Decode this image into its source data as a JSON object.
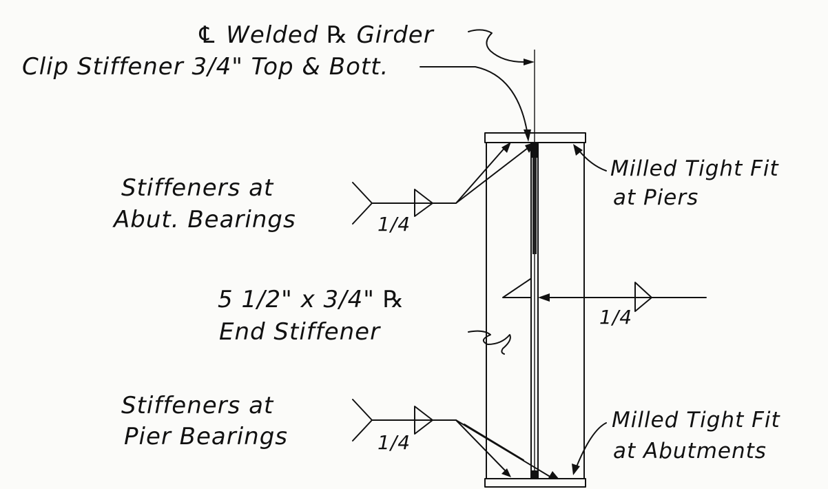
{
  "labels": {
    "cl_girder": "℄ Welded ℞ Girder",
    "clip_stiffener": "Clip Stiffener 3/4\" Top & Bott.",
    "abut_stiff_1": "Stiffeners at",
    "abut_stiff_2": "Abut. Bearings",
    "milled_piers_1": "Milled Tight Fit",
    "milled_piers_2": "at Piers",
    "end_stiff_1": "5 1/2\" x 3/4\" ℞",
    "end_stiff_2": "End Stiffener",
    "pier_stiff_1": "Stiffeners at",
    "pier_stiff_2": "Pier Bearings",
    "milled_abut_1": "Milled Tight Fit",
    "milled_abut_2": "at Abutments"
  },
  "welds": {
    "abut_size": "1/4",
    "end_size": "1/4",
    "pier_size": "1/4"
  },
  "colors": {
    "ink": "#111111",
    "paper": "#fbfbf9"
  }
}
